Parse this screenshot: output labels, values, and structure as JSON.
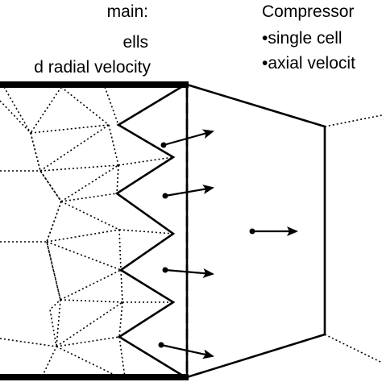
{
  "left_labels": {
    "line1": "main:",
    "line2": "ells",
    "line3": "d radial velocity"
  },
  "right_labels": {
    "line1": "Compressor",
    "line2": "•single cell",
    "line3": "•axial velocit"
  },
  "colors": {
    "ink": "#000000",
    "background": "#ffffff"
  }
}
